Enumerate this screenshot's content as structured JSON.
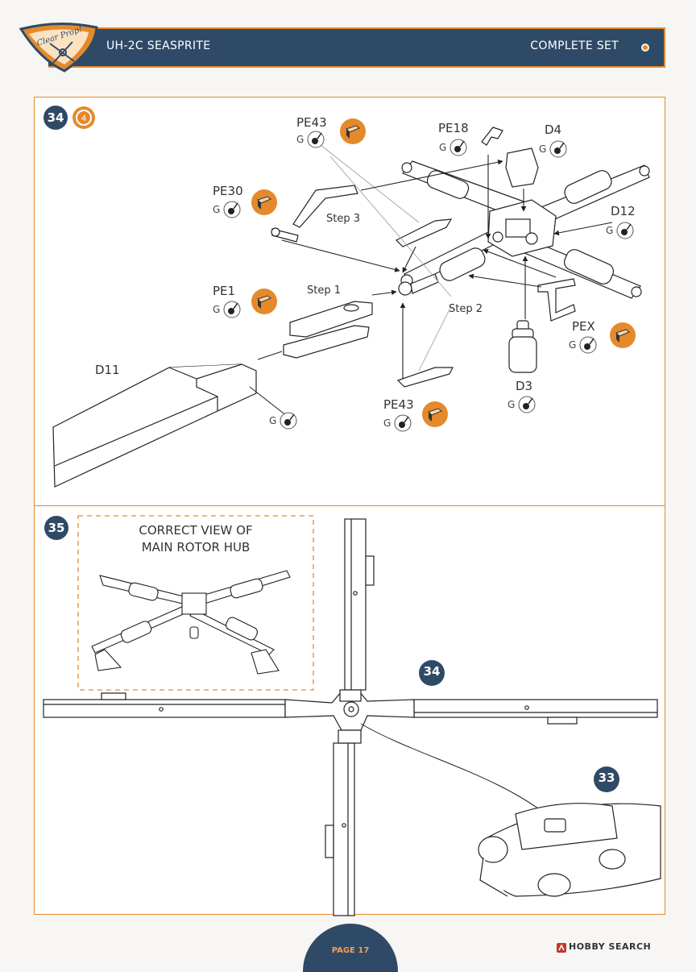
{
  "header": {
    "brand": "Clear Prop!",
    "title": "UH-2C SEASPRITE",
    "set_name": "COMPLETE SET"
  },
  "step34": {
    "number": "34",
    "labels": {
      "pe43_top": "PE43",
      "pe18": "PE18",
      "d4": "D4",
      "pe30": "PE30",
      "step3": "Step 3",
      "d12": "D12",
      "pe1": "PE1",
      "step1": "Step 1",
      "step2": "Step 2",
      "pex": "PEX",
      "d11": "D11",
      "d3": "D3",
      "pe43_bottom": "PE43"
    },
    "glue": "G"
  },
  "step35": {
    "number": "35",
    "inset_line1": "CORRECT VIEW OF",
    "inset_line2": "MAIN ROTOR HUB",
    "ref34": "34",
    "ref33": "33"
  },
  "footer": {
    "page": "PAGE 17",
    "watermark": "HOBBY SEARCH"
  },
  "colors": {
    "accent": "#e48a2c",
    "navy": "#2f4a66"
  }
}
